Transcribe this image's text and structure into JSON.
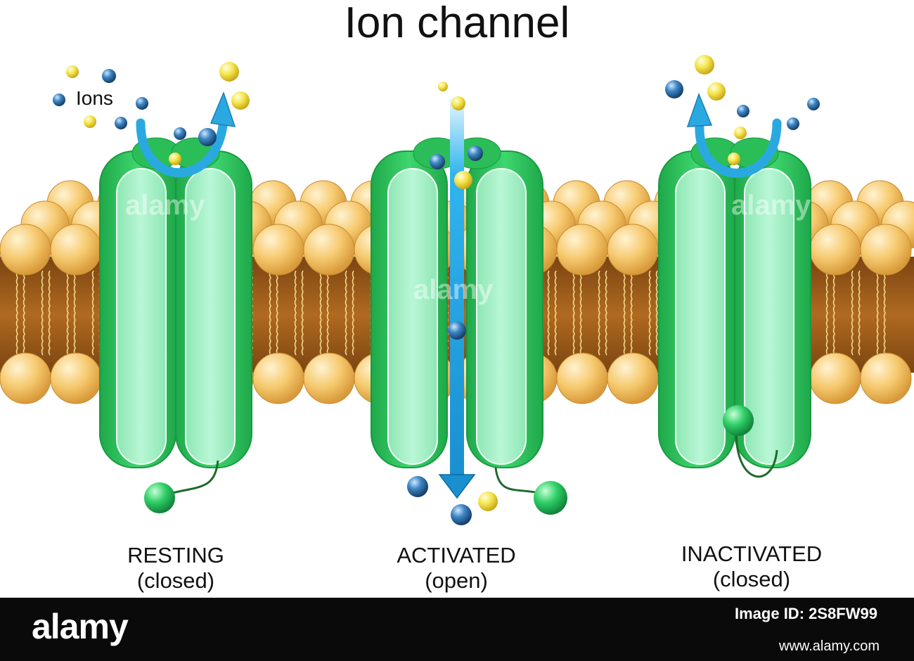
{
  "title": "Ion channel",
  "ions_label": "Ions",
  "states": [
    {
      "name": "RESTING",
      "state": "(closed)"
    },
    {
      "name": "ACTIVATED",
      "state": "(open)"
    },
    {
      "name": "INACTIVATED",
      "state": "(closed)"
    }
  ],
  "watermark": "alamy",
  "footer": {
    "logo": "alamy",
    "image_id": "Image ID: 2S8FW99",
    "url": "www.alamy.com"
  },
  "colors": {
    "membrane_head": "#f5c970",
    "membrane_core": "#9a5a18",
    "protein_outer": "#2ec55c",
    "protein_inner": "#a8f0c8",
    "ion_blue": "#2f6fa8",
    "ion_yellow": "#f2e34a",
    "arrow": "#2aa9e0",
    "footer_bg": "#0a0a0a"
  }
}
